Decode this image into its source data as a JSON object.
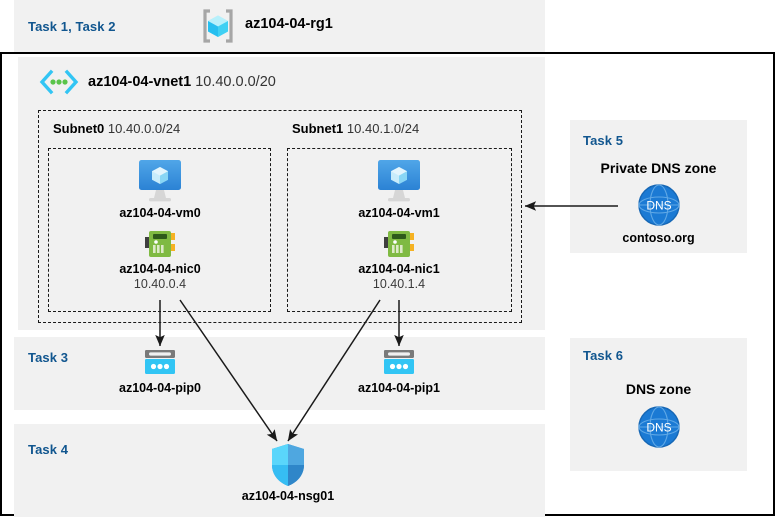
{
  "diagram": {
    "title_labels": {
      "task12": "Task 1, Task 2",
      "task3": "Task 3",
      "task4": "Task 4",
      "task5": "Task 5",
      "task6": "Task 6"
    },
    "resource_group": {
      "icon": "resource-group-icon",
      "name": "az104-04-rg1"
    },
    "vnet": {
      "icon": "virtual-network-icon",
      "name": "az104-04-vnet1",
      "address_space": "10.40.0.0/20"
    },
    "subnets": [
      {
        "name": "Subnet0",
        "cidr": "10.40.0.0/24",
        "vm": {
          "icon": "virtual-machine-icon",
          "name": "az104-04-vm0"
        },
        "nic": {
          "icon": "network-interface-icon",
          "name": "az104-04-nic0",
          "ip": "10.40.0.4"
        }
      },
      {
        "name": "Subnet1",
        "cidr": "10.40.1.0/24",
        "vm": {
          "icon": "virtual-machine-icon",
          "name": "az104-04-vm1"
        },
        "nic": {
          "icon": "network-interface-icon",
          "name": "az104-04-nic1",
          "ip": "10.40.1.4"
        }
      }
    ],
    "public_ips": [
      {
        "icon": "public-ip-address-icon",
        "name": "az104-04-pip0"
      },
      {
        "icon": "public-ip-address-icon",
        "name": "az104-04-pip1"
      }
    ],
    "nsg": {
      "icon": "network-security-group-icon",
      "name": "az104-04-nsg01"
    },
    "private_dns": {
      "heading": "Private DNS zone",
      "icon": "dns-zone-icon",
      "icon_text": "DNS",
      "name": "contoso.org"
    },
    "public_dns": {
      "heading": "DNS zone",
      "icon": "dns-zone-icon",
      "icon_text": "DNS"
    },
    "colors": {
      "task_label": "#11568f",
      "panel_bg": "#f1f1f1",
      "azure_blue": "#0078d4",
      "cyan": "#32c5f4",
      "nic_green": "#6cb33f",
      "dns_blue": "#1b7ad4",
      "frame_border": "#000000"
    }
  }
}
